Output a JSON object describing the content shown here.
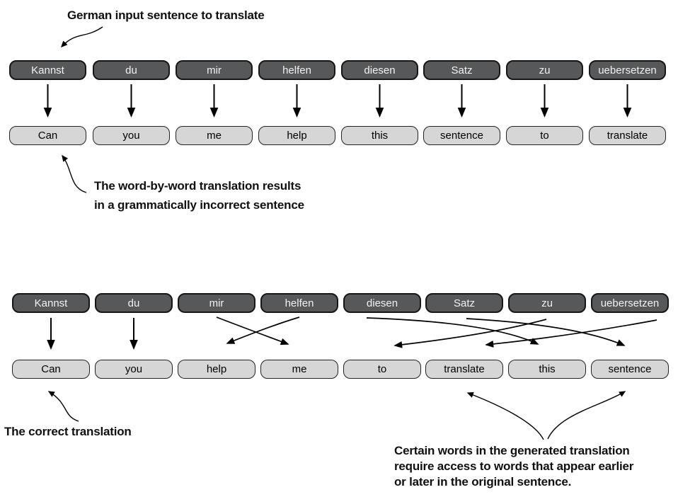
{
  "annotations": {
    "german_input": "German input sentence to translate",
    "word_by_word": [
      "The word-by-word translation results",
      "in a grammatically incorrect sentence"
    ],
    "correct": "The correct translation",
    "attention_note": [
      "Certain words in the generated translation",
      "require access to words that appear earlier",
      "or later in the original sentence."
    ]
  },
  "top_example": {
    "german_words": [
      "Kannst",
      "du",
      "mir",
      "helfen",
      "diesen",
      "Satz",
      "zu",
      "uebersetzen"
    ],
    "english_words": [
      "Can",
      "you",
      "me",
      "help",
      "this",
      "sentence",
      "to",
      "translate"
    ]
  },
  "bottom_example": {
    "german_words": [
      "Kannst",
      "du",
      "mir",
      "helfen",
      "diesen",
      "Satz",
      "zu",
      "uebersetzen"
    ],
    "english_words": [
      "Can",
      "you",
      "help",
      "me",
      "to",
      "translate",
      "this",
      "sentence"
    ],
    "alignment_target_index": [
      0,
      1,
      3,
      2,
      6,
      7,
      4,
      5
    ]
  },
  "colors": {
    "german_box_fill": "#575859",
    "german_box_text": "#f2f2f2",
    "english_box_fill": "#d6d6d6",
    "box_border": "#1a1a1a",
    "arrow": "#000000",
    "background": "#ffffff"
  }
}
